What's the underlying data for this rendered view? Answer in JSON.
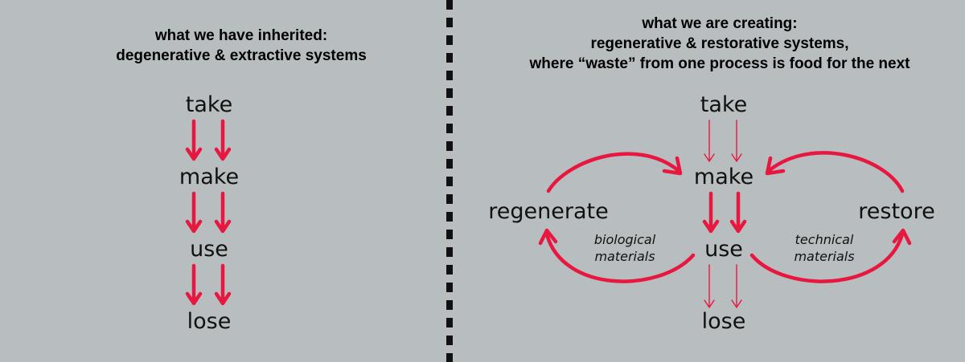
{
  "left_panel": {
    "title_line1": "what we have inherited:",
    "title_line2": "degenerative & extractive systems",
    "steps": [
      "take",
      "make",
      "use",
      "lose"
    ]
  },
  "right_panel": {
    "title_line1": "what we are creating:",
    "title_line2": "regenerative  & restorative systems,",
    "title_line3": "where “waste” from one process is food for the next",
    "steps": [
      "take",
      "make",
      "use",
      "lose"
    ],
    "left_loop_label": "regenerate",
    "right_loop_label": "restore",
    "left_note_line1": "biological",
    "left_note_line2": "materials",
    "right_note_line1": "technical",
    "right_note_line2": "materials"
  },
  "colors": {
    "background": "#b8bdbf",
    "arrow": "#e8173f",
    "text": "#111111",
    "divider": "#111111"
  }
}
